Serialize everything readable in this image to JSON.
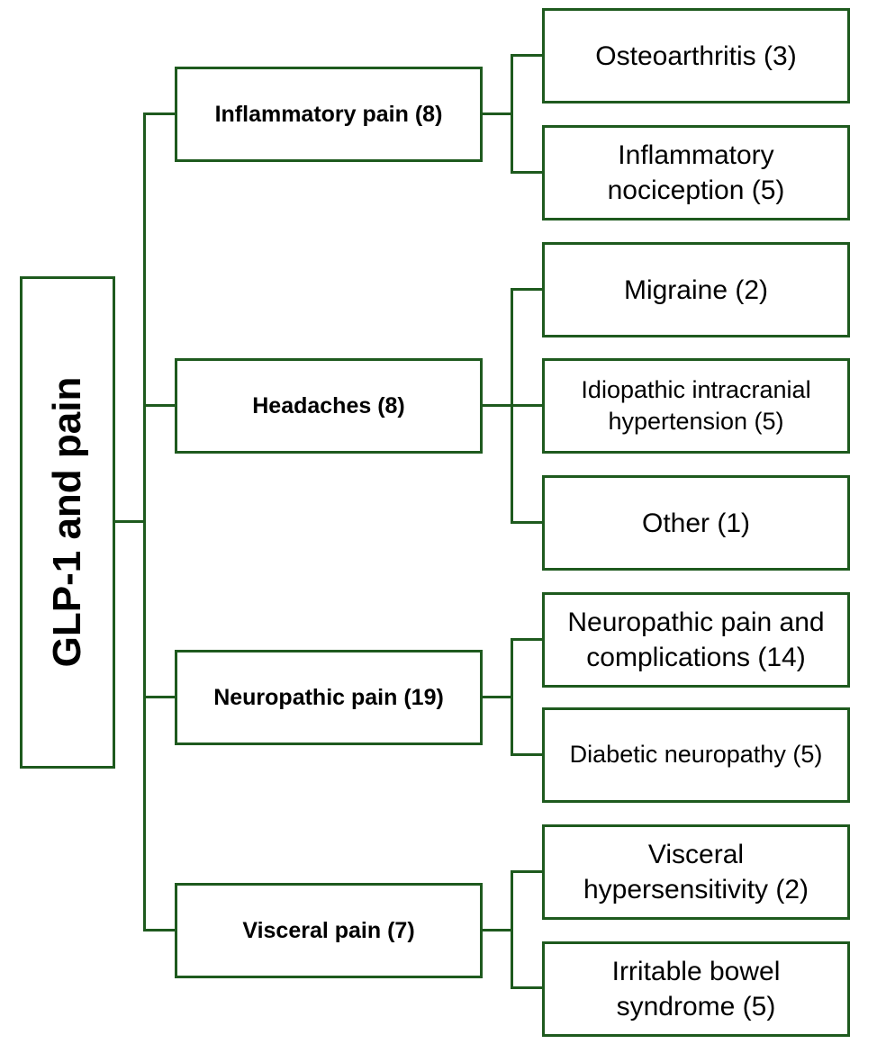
{
  "root": {
    "label": "GLP-1 and pain"
  },
  "categories": [
    {
      "label": "Inflammatory pain (8)",
      "children": [
        "Osteoarthritis (3)",
        "Inflammatory\nnociception (5)"
      ]
    },
    {
      "label": "Headaches (8)",
      "children": [
        "Migraine (2)",
        "Idiopathic intracranial\nhypertension (5)",
        "Other (1)"
      ]
    },
    {
      "label": "Neuropathic pain (19)",
      "children": [
        "Neuropathic pain and\ncomplications (14)",
        "Diabetic neuropathy (5)"
      ]
    },
    {
      "label": "Visceral pain (7)",
      "children": [
        "Visceral\nhypersensitivity (2)",
        "Irritable bowel\nsyndrome (5)"
      ]
    }
  ]
}
